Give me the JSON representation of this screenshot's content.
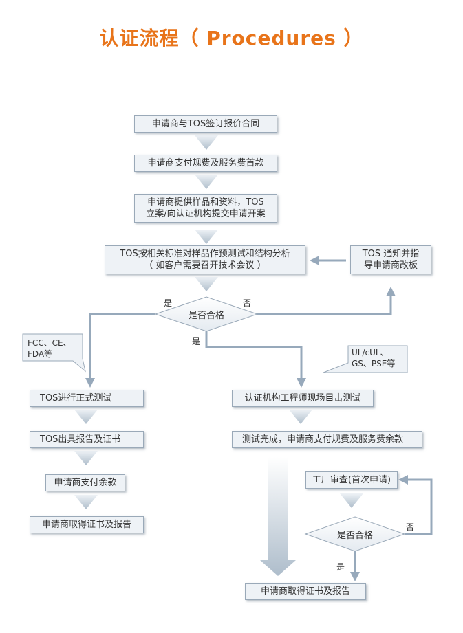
{
  "title": "认证流程（ Procedures ）",
  "steps": {
    "s1": "申请商与TOS签订报价合同",
    "s2": "申请商支付规费及服务费首款",
    "s3a": "申请商提供样品和资料，TOS",
    "s3b": "立案/向认证机构提交申请开案",
    "s4a": "TOS按相关标准对样品作预测试和结构分析",
    "s4b": "（ 如客户需要召开技术会议 ）",
    "notify_a": "TOS  通知并指",
    "notify_b": "导申请商改板",
    "decision1": "是否合格",
    "yes_left": "是",
    "no_right": "否",
    "yes_down": "是",
    "callout_left_a": "FCC、CE、",
    "callout_left_b": "FDA等",
    "callout_right_a": "UL/cUL、",
    "callout_right_b": "GS、PSE等",
    "l1": "TOS进行正式测试",
    "l2": "TOS出具报告及证书",
    "l3": "申请商支付余款",
    "l4": "申请商取得证书及报告",
    "r1": "认证机构工程师现场目击测试",
    "r2": "测试完成，申请商支付规费及服务费余款",
    "r3": "工厂审查(首次申请)",
    "decision2": "是否合格",
    "yes2": "是",
    "no2": "否",
    "r4": "申请商取得证书及报告"
  },
  "colors": {
    "title": "#e8741a",
    "box_fill": "#eef2f6",
    "box_border": "#9aa9b8",
    "connector": "#97a9bb",
    "chevron_light": "#dde5ed",
    "chevron_dark": "#b3c1ce"
  }
}
